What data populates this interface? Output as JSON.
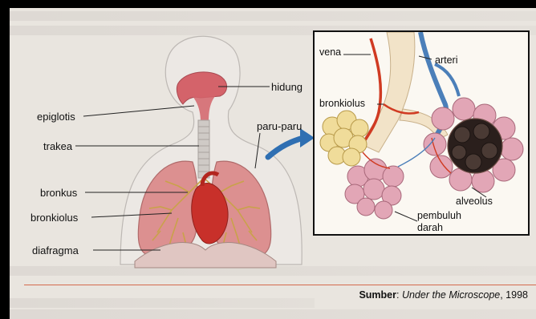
{
  "figure": {
    "labels": {
      "hidung": "hidung",
      "epiglotis": "epiglotis",
      "trakea": "trakea",
      "bronkus": "bronkus",
      "bronkiolus": "bronkiolus",
      "diafragma": "diafragma",
      "paru_paru": "paru-paru"
    },
    "inset_labels": {
      "vena": "vena",
      "arteri": "arteri",
      "bronkiolus": "bronkiolus",
      "alveolus": "alveolus",
      "pembuluh_darah_line1": "pembuluh",
      "pembuluh_darah_line2": "darah"
    },
    "source": {
      "prefix": "Sumber",
      "separator": ": ",
      "title": "Under the Microscope",
      "year": ", 1998"
    }
  },
  "colors": {
    "lung": "#d98a8a",
    "lung_branch": "#c9a24a",
    "heart": "#c8302a",
    "trachea": "#c9c4c0",
    "vein": "#4b7fb9",
    "artery": "#d03a22",
    "alveolus_pink": "#e2a6b6",
    "alveolus_yellow": "#f0dc9a",
    "arrow_blue": "#2f6fb2"
  }
}
